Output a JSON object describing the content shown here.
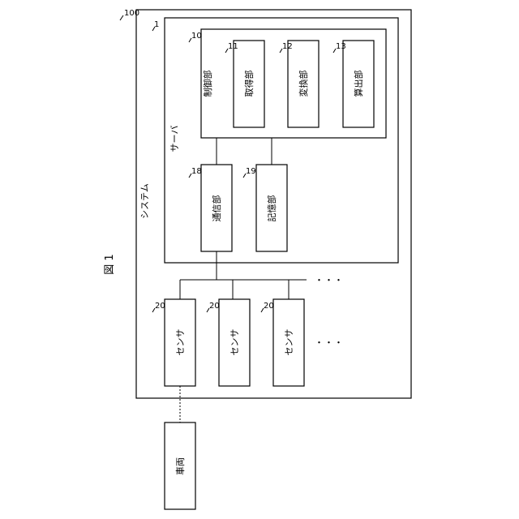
{
  "figure_label": "図 1",
  "system": {
    "label": "システム",
    "ref": "100"
  },
  "server": {
    "label": "サーバ",
    "ref": "1"
  },
  "control_unit": {
    "label": "制御部",
    "ref": "10"
  },
  "acquisition_unit": {
    "label": "取得部",
    "ref": "11"
  },
  "conversion_unit": {
    "label": "変換部",
    "ref": "12"
  },
  "calculation_unit": {
    "label": "算出部",
    "ref": "13"
  },
  "communication_unit": {
    "label": "通信部",
    "ref": "18"
  },
  "storage_unit": {
    "label": "記憶部",
    "ref": "19"
  },
  "sensors": [
    {
      "label": "センサ",
      "ref": "20"
    },
    {
      "label": "センサ",
      "ref": "20"
    },
    {
      "label": "センサ",
      "ref": "20"
    }
  ],
  "ellipsis": "・・・",
  "vehicle": {
    "label": "車両"
  }
}
